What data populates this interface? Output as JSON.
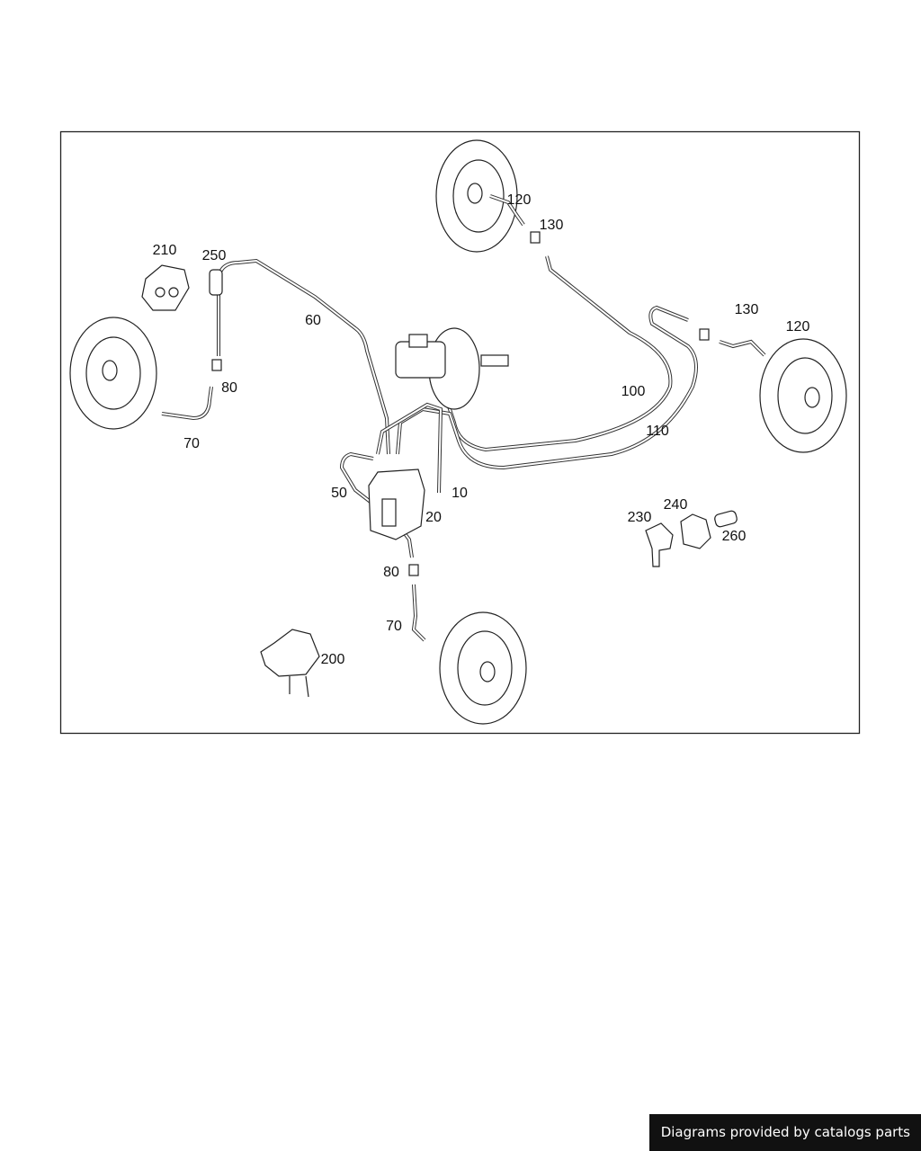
{
  "callouts": [
    "210",
    "250",
    "60",
    "80",
    "70",
    "120",
    "130",
    "130",
    "120",
    "100",
    "110",
    "50",
    "10",
    "20",
    "230",
    "240",
    "260",
    "80",
    "70",
    "200"
  ],
  "footer": "Diagrams provided by catalogs parts"
}
